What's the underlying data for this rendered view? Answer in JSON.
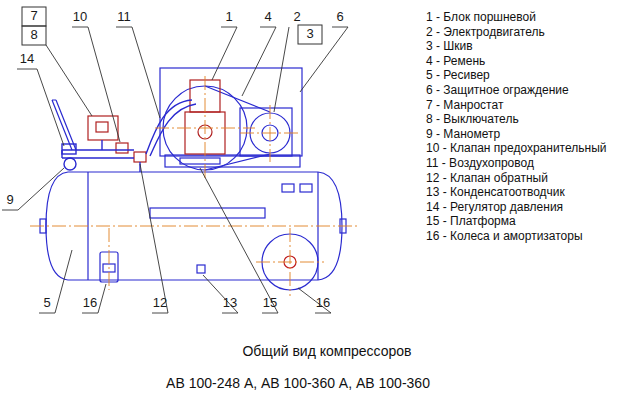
{
  "diagram": {
    "title": "Общий вид компрессоров",
    "caption": "АВ 100-248 А, АВ 100-360 А, АВ 100-360",
    "labels": [
      "7",
      "10",
      "11",
      "1",
      "4",
      "2",
      "6",
      "8",
      "3",
      "14",
      "9",
      "5",
      "16",
      "12",
      "13",
      "15",
      "16",
      "1 - Блок поршневой",
      "2 - Электродвигатель",
      "3 - Шкив",
      "4 - Ремень",
      "5 - Ресивер",
      "6 - Защитное ограждение",
      "7 - Манростат",
      "8 - Выключатель",
      "9 - Манометр",
      "10 - Клапан предохранительный",
      "11 - Воздухопровод",
      "12 - Клапан обратный",
      "13 - Конденсатоотводчик",
      "14 - Регулятор давления",
      "15 - Платформа",
      "16 - Колеса и амортизаторы"
    ]
  }
}
